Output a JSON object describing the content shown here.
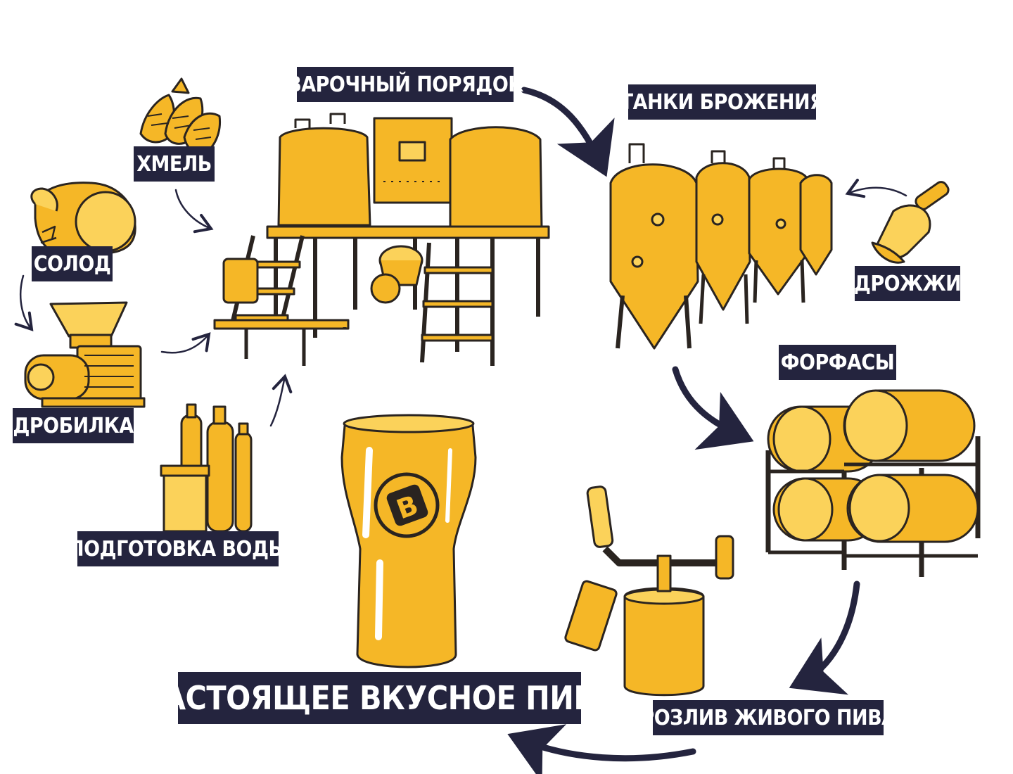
{
  "labels": {
    "brewhouse": "ВАРОЧНЫЙ ПОРЯДОК",
    "fermentation": "ТАНКИ БРОЖЕНИЯ",
    "hops": "ХМЕЛЬ",
    "malt": "СОЛОД",
    "mill": "ДРОБИЛКА",
    "water": "ПОДГОТОВКА ВОДЫ",
    "yeast": "ДРОЖЖИ",
    "bright_tanks": "ФОРФАСЫ",
    "dispense": "РОЗЛИВ ЖИВОГО ПИВА",
    "result": "НАСТОЯЩЕЕ ВКУСНОЕ ПИВО"
  },
  "glass_logo_letter": "B",
  "colors": {
    "equipment": "#f5b727",
    "equipment_light": "#fbd25a",
    "outline": "#2a2420",
    "label_bg": "#24243e",
    "label_text": "#ffffff",
    "arrow": "#24243e"
  }
}
